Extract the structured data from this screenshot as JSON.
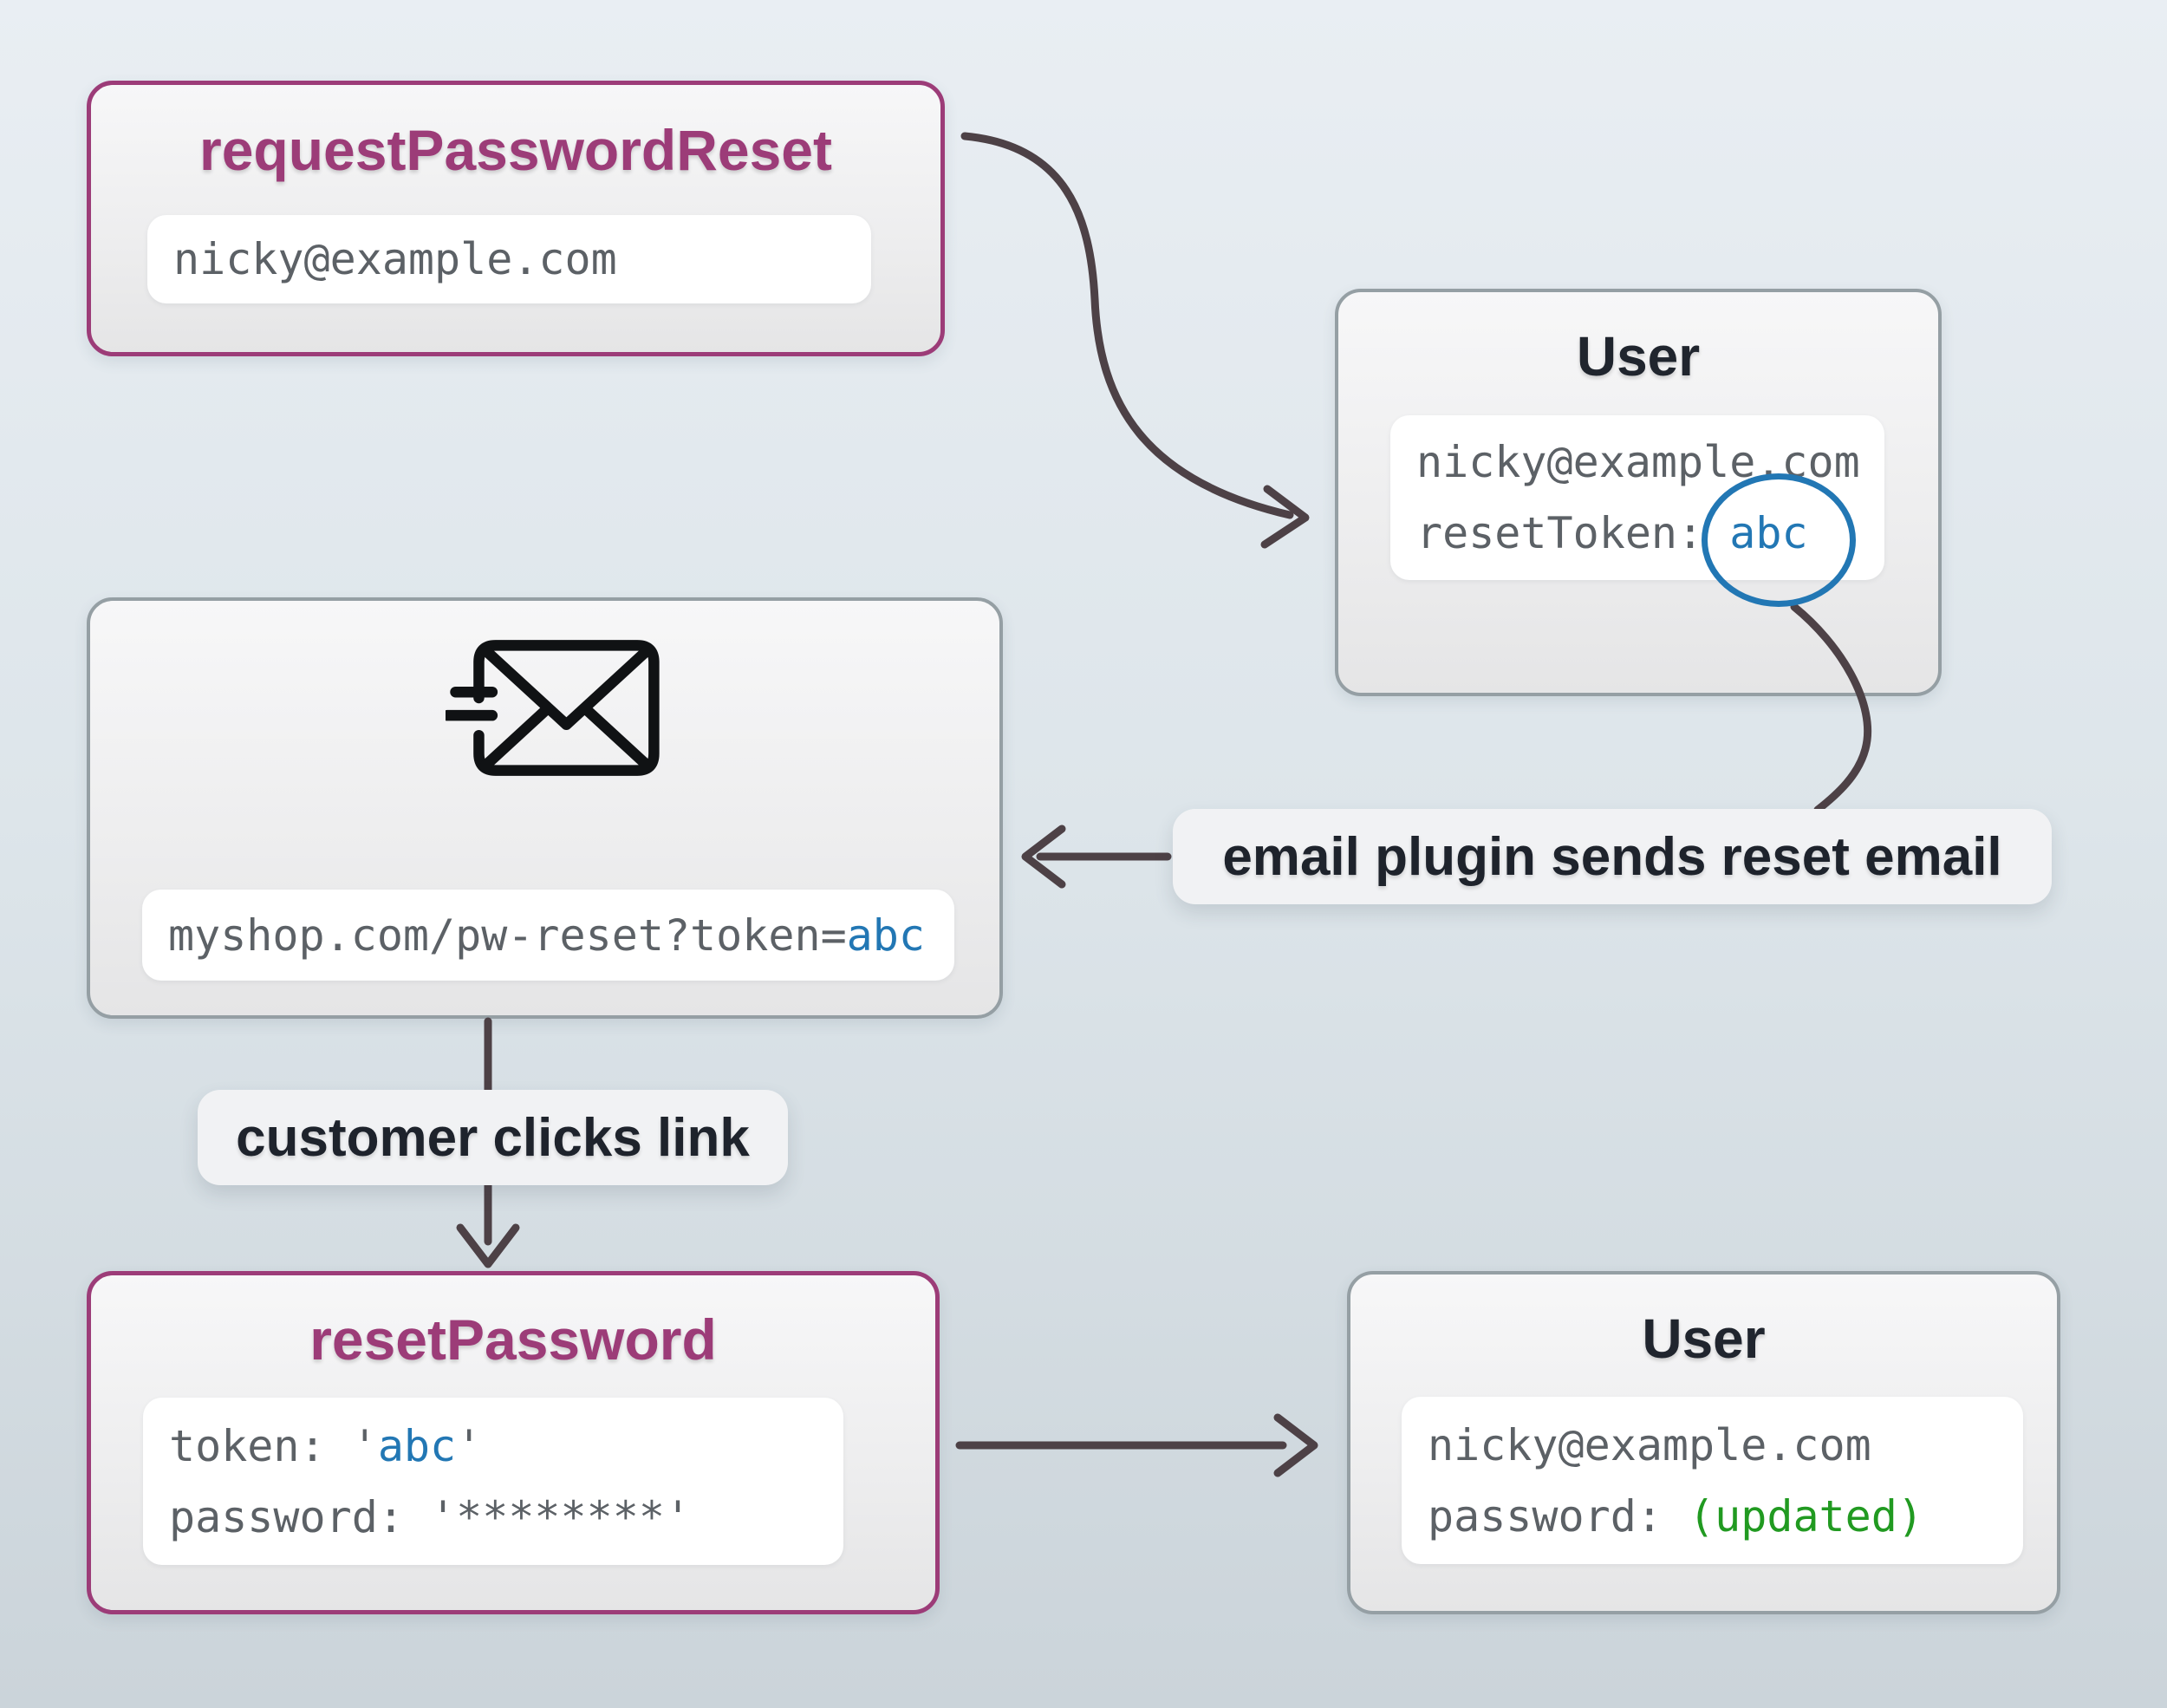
{
  "diagram": {
    "request_box": {
      "title": "requestPasswordReset",
      "email_value": "nicky@example.com"
    },
    "user_top_box": {
      "title": "User",
      "email_value": "nicky@example.com",
      "reset_token_label": "resetToken: ",
      "reset_token_value": "abc"
    },
    "email_box": {
      "icon": "mail-fast-icon",
      "url_prefix": "myshop.com/pw-reset?token=",
      "url_token": "abc"
    },
    "labels": {
      "email_plugin": "email plugin sends reset email",
      "customer_clicks": "customer clicks link"
    },
    "reset_box": {
      "title": "resetPassword",
      "token_prefix": "token: '",
      "token_value": "abc",
      "token_suffix": "'",
      "password_line": "password: '********'"
    },
    "user_bottom_box": {
      "title": "User",
      "email_value": "nicky@example.com",
      "password_label": "password: ",
      "password_value": "(updated)"
    }
  },
  "colors": {
    "purple": "#9c3c78",
    "gray-border": "#959fa4",
    "dark": "#20252e",
    "mono-gray": "#5c6166",
    "blue": "#2277b4",
    "green": "#219a21",
    "arrow": "#4d4146"
  }
}
